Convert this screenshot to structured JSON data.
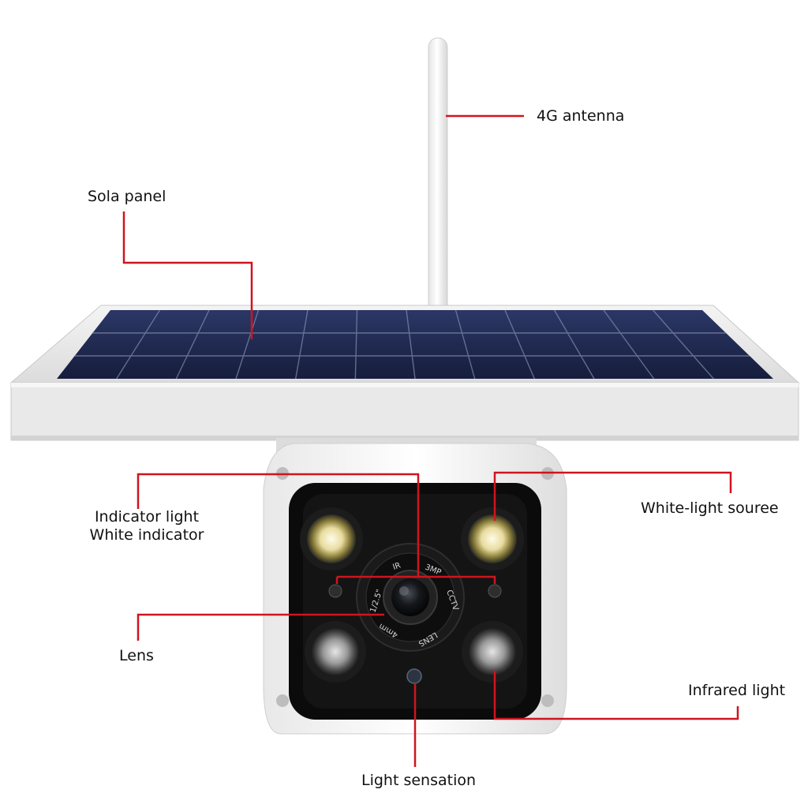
{
  "labels": {
    "antenna": "4G antenna",
    "solar_panel": "Sola panel",
    "indicator_line1": "Indicator light",
    "indicator_line2": "White indicator",
    "white_light": "White-light souree",
    "lens": "Lens",
    "infrared": "Infrared light",
    "light_sensor": "Light sensation"
  },
  "lens_markings": {
    "ir": "IR",
    "resolution": "3MP",
    "cctv": "CCTV",
    "lens_word": "LENS",
    "focal": "4mm",
    "sensor_size": "1/2.5\""
  },
  "colors": {
    "leader_line": "#d0141e",
    "panel_cells": "#1f2a52",
    "housing": "#f1f1f1",
    "faceplate": "#0b0b0b"
  }
}
